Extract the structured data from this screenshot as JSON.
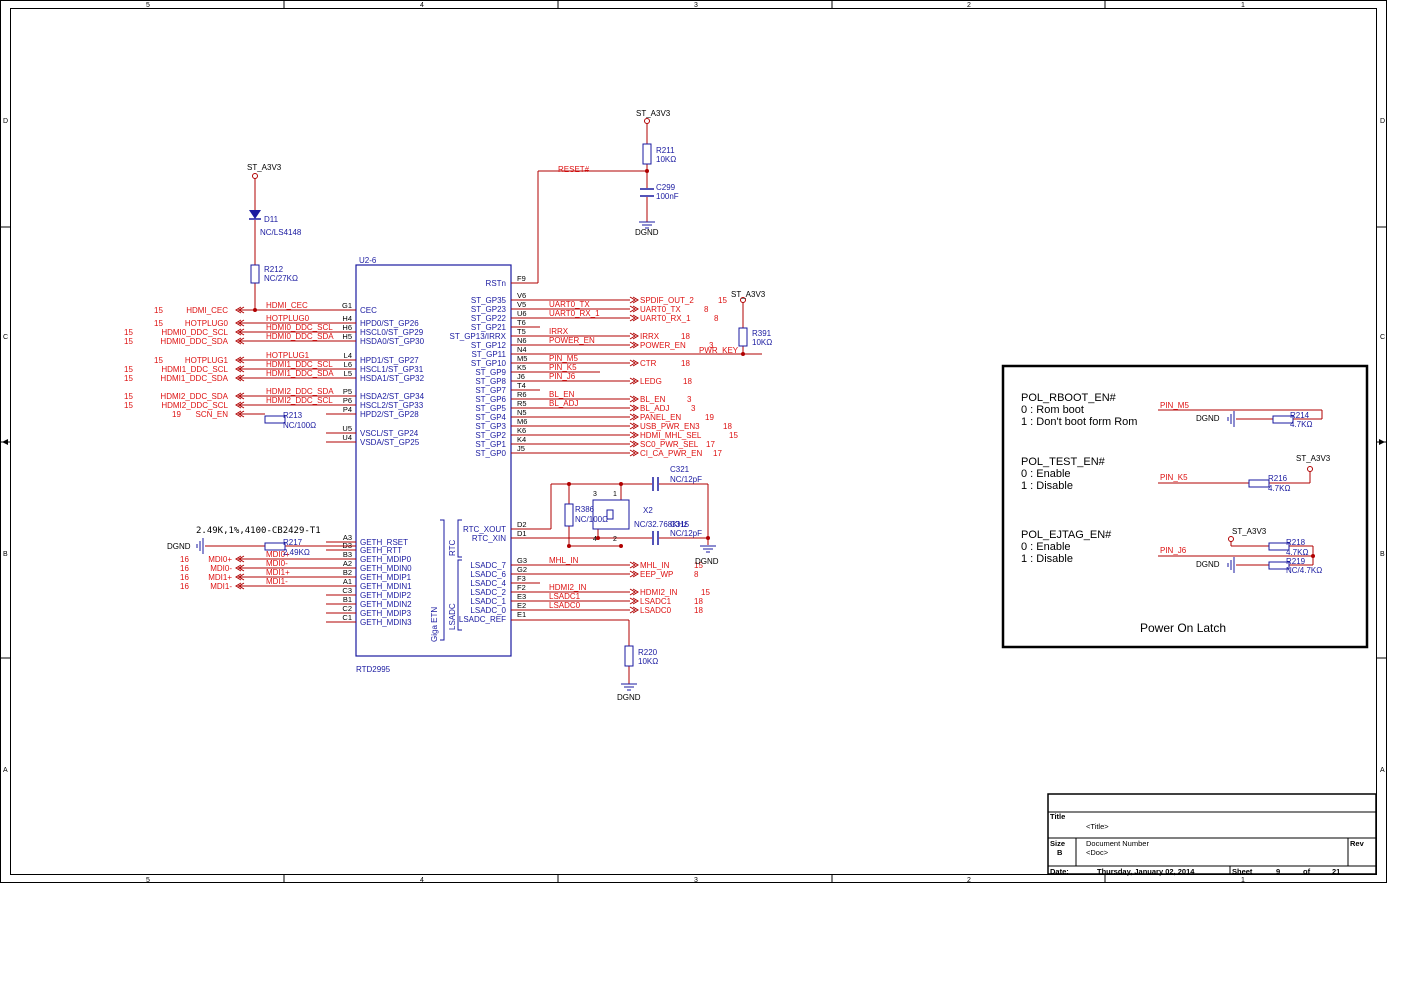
{
  "frame": {
    "cols": [
      "5",
      "4",
      "3",
      "2",
      "1"
    ],
    "rows": [
      "D",
      "C",
      "B",
      "A"
    ]
  },
  "power": {
    "st_a3v3": "ST_A3V3",
    "dgnd": "DGND"
  },
  "chip": {
    "ref": "U2-6",
    "part": "RTD2995",
    "group_rtc": "RTC",
    "group_eth": "Giga ETN",
    "group_lsadc": "LSADC"
  },
  "left_pins": [
    {
      "pin": "G1",
      "name": "CEC",
      "net": "HDMI_CEC",
      "port": "HDMI_CEC",
      "page": "15"
    },
    {
      "pin": "H4",
      "name": "HPD0/ST_GP26",
      "net": "HOTPLUG0",
      "port": "HOTPLUG0",
      "page": "15"
    },
    {
      "pin": "H6",
      "name": "HSCL0/ST_GP29",
      "net": "HDMI0_DDC_SCL",
      "port": "HDMI0_DDC_SCL",
      "page": "15"
    },
    {
      "pin": "H5",
      "name": "HSDA0/ST_GP30",
      "net": "HDMI0_DDC_SDA",
      "port": "HDMI0_DDC_SDA",
      "page": "15"
    },
    {
      "pin": "L4",
      "name": "HPD1/ST_GP27",
      "net": "HOTPLUG1",
      "port": "HOTPLUG1",
      "page": "15"
    },
    {
      "pin": "L6",
      "name": "HSCL1/ST_GP31",
      "net": "HDMI1_DDC_SCL",
      "port": "HDMI1_DDC_SCL",
      "page": "15"
    },
    {
      "pin": "L5",
      "name": "HSDA1/ST_GP32",
      "net": "HDMI1_DDC_SDA",
      "port": "HDMI1_DDC_SDA",
      "page": "15"
    },
    {
      "pin": "P5",
      "name": "HSDA2/ST_GP34",
      "net": "HDMI2_DDC_SDA",
      "port": "HDMI2_DDC_SDA",
      "page": "15"
    },
    {
      "pin": "P6",
      "name": "HSCL2/ST_GP33",
      "net": "HDMI2_DDC_SCL",
      "port": "HDMI2_DDC_SCL",
      "page": "15"
    },
    {
      "pin": "P4",
      "name": "HPD2/ST_GP28",
      "net": "",
      "port": "SCN_EN",
      "page": "19"
    },
    {
      "pin": "U5",
      "name": "VSCL/ST_GP24",
      "net": "",
      "port": "",
      "page": ""
    },
    {
      "pin": "U4",
      "name": "VSDA/ST_GP25",
      "net": "",
      "port": "",
      "page": ""
    },
    {
      "pin": "A3",
      "name": "GETH_RSET",
      "net": "",
      "port": "",
      "page": ""
    },
    {
      "pin": "D3",
      "name": "GETH_RTT",
      "net": "",
      "port": "",
      "page": ""
    },
    {
      "pin": "B3",
      "name": "GETH_MDIP0",
      "net": "MDI0+",
      "port": "MDI0+",
      "page": "16"
    },
    {
      "pin": "A2",
      "name": "GETH_MDIN0",
      "net": "MDI0-",
      "port": "MDI0-",
      "page": "16"
    },
    {
      "pin": "B2",
      "name": "GETH_MDIP1",
      "net": "MDI1+",
      "port": "MDI1+",
      "page": "16"
    },
    {
      "pin": "A1",
      "name": "GETH_MDIN1",
      "net": "MDI1-",
      "port": "MDI1-",
      "page": "16"
    },
    {
      "pin": "C3",
      "name": "GETH_MDIP2",
      "net": "",
      "port": "",
      "page": ""
    },
    {
      "pin": "B1",
      "name": "GETH_MDIN2",
      "net": "",
      "port": "",
      "page": ""
    },
    {
      "pin": "C2",
      "name": "GETH_MDIP3",
      "net": "",
      "port": "",
      "page": ""
    },
    {
      "pin": "C1",
      "name": "GETH_MDIN3",
      "net": "",
      "port": "",
      "page": ""
    }
  ],
  "right_pins": [
    {
      "pin": "F9",
      "name": "RSTn",
      "net": "RESET#",
      "port": "",
      "page": ""
    },
    {
      "pin": "V6",
      "name": "ST_GP35",
      "net": "",
      "port": "SPDIF_OUT_2",
      "page": "15"
    },
    {
      "pin": "V5",
      "name": "ST_GP23",
      "net": "UART0_TX",
      "port": "UART0_TX",
      "page": "8"
    },
    {
      "pin": "U6",
      "name": "ST_GP22",
      "net": "UART0_RX_1",
      "port": "UART0_RX_1",
      "page": "8"
    },
    {
      "pin": "T6",
      "name": "ST_GP21",
      "net": "",
      "port": "",
      "page": ""
    },
    {
      "pin": "T5",
      "name": "ST_GP13/IRRX",
      "net": "IRRX",
      "port": "IRRX",
      "page": "18"
    },
    {
      "pin": "N6",
      "name": "ST_GP12",
      "net": "POWER_EN",
      "port": "POWER_EN",
      "page": "3"
    },
    {
      "pin": "N4",
      "name": "ST_GP11",
      "net": "",
      "port": "PWR_KEY",
      "page": ""
    },
    {
      "pin": "M5",
      "name": "ST_GP10",
      "net": "PIN_M5",
      "port": "CTR",
      "page": "18"
    },
    {
      "pin": "K5",
      "name": "ST_GP9",
      "net": "PIN_K5",
      "port": "",
      "page": ""
    },
    {
      "pin": "J6",
      "name": "ST_GP8",
      "net": "PIN_J6",
      "port": "LEDG",
      "page": "18"
    },
    {
      "pin": "T4",
      "name": "ST_GP7",
      "net": "",
      "port": "",
      "page": ""
    },
    {
      "pin": "R6",
      "name": "ST_GP6",
      "net": "BL_EN",
      "port": "BL_EN",
      "page": "3"
    },
    {
      "pin": "R5",
      "name": "ST_GP5",
      "net": "BL_ADJ",
      "port": "BL_ADJ",
      "page": "3"
    },
    {
      "pin": "N5",
      "name": "ST_GP4",
      "net": "",
      "port": "PANEL_EN",
      "page": "19"
    },
    {
      "pin": "M6",
      "name": "ST_GP3",
      "net": "",
      "port": "USB_PWR_EN3",
      "page": "18"
    },
    {
      "pin": "K6",
      "name": "ST_GP2",
      "net": "",
      "port": "HDMI_MHL_SEL",
      "page": "15"
    },
    {
      "pin": "K4",
      "name": "ST_GP1",
      "net": "",
      "port": "SC0_PWR_SEL",
      "page": "17"
    },
    {
      "pin": "J5",
      "name": "ST_GP0",
      "net": "",
      "port": "CI_CA_PWR_EN",
      "page": "17"
    },
    {
      "pin": "D2",
      "name": "RTC_XOUT",
      "net": "",
      "port": "",
      "page": ""
    },
    {
      "pin": "D1",
      "name": "RTC_XIN",
      "net": "",
      "port": "",
      "page": ""
    },
    {
      "pin": "G3",
      "name": "LSADC_7",
      "net": "MHL_IN",
      "port": "MHL_IN",
      "page": "15"
    },
    {
      "pin": "G2",
      "name": "LSADC_6",
      "net": "",
      "port": "EEP_WP",
      "page": "8"
    },
    {
      "pin": "F3",
      "name": "LSADC_4",
      "net": "",
      "port": "",
      "page": ""
    },
    {
      "pin": "F2",
      "name": "LSADC_2",
      "net": "HDMI2_IN",
      "port": "HDMI2_IN",
      "page": "15"
    },
    {
      "pin": "E3",
      "name": "LSADC_1",
      "net": "LSADC1",
      "port": "LSADC1",
      "page": "18"
    },
    {
      "pin": "E2",
      "name": "LSADC_0",
      "net": "LSADC0",
      "port": "LSADC0",
      "page": "18"
    },
    {
      "pin": "E1",
      "name": "LSADC_REF",
      "net": "LSADC_REF",
      "port": "",
      "page": ""
    }
  ],
  "components": {
    "d11": {
      "ref": "D11",
      "value": "NC/LS4148"
    },
    "r212": {
      "ref": "R212",
      "value": "NC/27KΩ"
    },
    "r211": {
      "ref": "R211",
      "value": "10KΩ"
    },
    "c299": {
      "ref": "C299",
      "value": "100nF"
    },
    "r391": {
      "ref": "R391",
      "value": "10KΩ"
    },
    "r213": {
      "ref": "R213",
      "value": "NC/100Ω"
    },
    "r217": {
      "ref": "R217",
      "value": "2.49KΩ",
      "note": "2.49K,1%,4100-CB2429-T1"
    },
    "c321": {
      "ref": "C321",
      "value": "NC/12pF"
    },
    "c315": {
      "ref": "C315",
      "value": "NC/12pF"
    },
    "r386": {
      "ref": "R386",
      "value": "NC/100Ω"
    },
    "x2": {
      "ref": "X2",
      "value": "NC/32.768KHz"
    },
    "r220": {
      "ref": "R220",
      "value": "10KΩ"
    }
  },
  "latch_box": {
    "title": "Power On Latch",
    "sections": [
      {
        "head": "POL_RBOOT_EN#",
        "l0": "0 : Rom boot",
        "l1": "1 : Don't boot form Rom",
        "pin": "PIN_M5",
        "r1": "R214",
        "v1": "4.7KΩ"
      },
      {
        "head": "POL_TEST_EN#",
        "l0": "0 : Enable",
        "l1": "1 : Disable",
        "pin": "PIN_K5",
        "r1": "R216",
        "v1": "4.7KΩ"
      },
      {
        "head": "POL_EJTAG_EN#",
        "l0": "0 : Enable",
        "l1": "1 : Disable",
        "pin": "PIN_J6",
        "r1": "R218",
        "v1": "4.7KΩ",
        "r2": "R219",
        "v2": "NC/4.7KΩ"
      }
    ]
  },
  "title_block": {
    "title_label": "Title",
    "title_value": "<Title>",
    "size_label": "Size",
    "size_value": "B",
    "docnum_label": "Document  Number",
    "docnum_value": "<Doc>",
    "rev_label": "Rev",
    "date_label": "Date:",
    "date_value": "Thursday, January 02, 2014",
    "sheet_label": "Sheet",
    "sheet_num": "9",
    "of_label": "of",
    "sheet_total": "21"
  },
  "colors": {
    "wire": "#b00000",
    "part": "#1a1aa0",
    "text_red": "#d11111",
    "text_blue": "#1a1aa0"
  }
}
